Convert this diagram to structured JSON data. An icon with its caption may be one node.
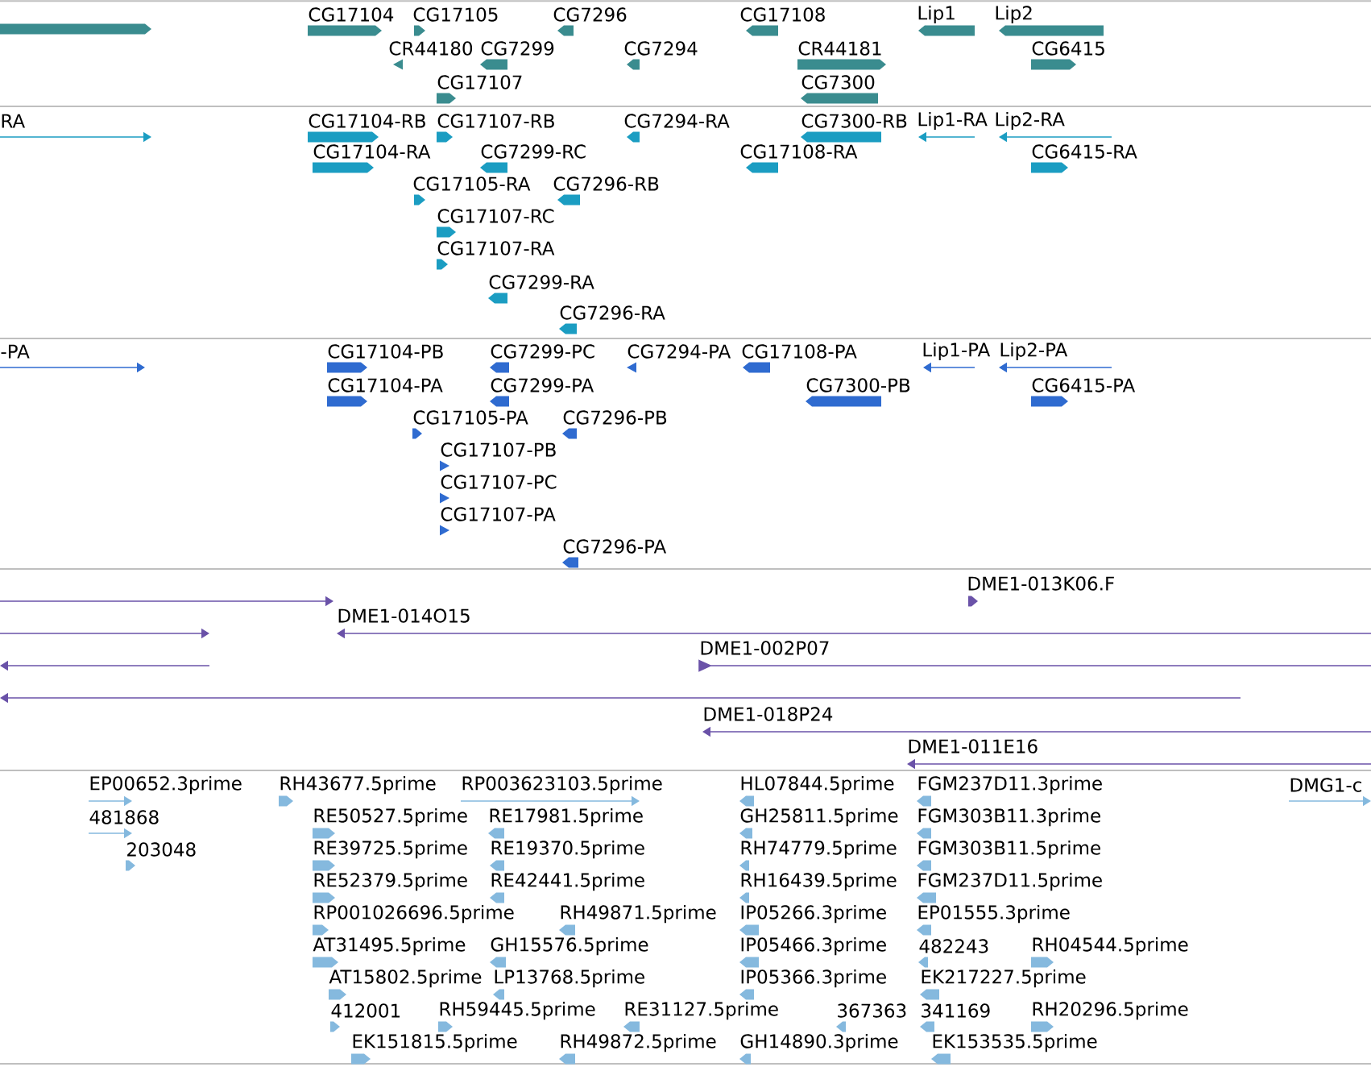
{
  "diagram": {
    "labels": [
      "CG17104",
      "CG17105",
      "CG7296",
      "CG17108",
      "Lip1",
      "Lip2",
      "CR44180",
      "CG7299",
      "CG7294",
      "CR44181",
      "CG6415",
      "CG17107",
      "CG7300",
      "RA",
      "CG17104-RB",
      "CG17107-RB",
      "CG7294-RA",
      "CG7300-RB",
      "Lip1-RA",
      "Lip2-RA",
      "CG17104-RA",
      "CG7299-RC",
      "CG17108-RA",
      "CG6415-RA",
      "CG17105-RA",
      "CG7296-RB",
      "CG17107-RC",
      "CG17107-RA",
      "CG7299-RA",
      "CG7296-RA",
      "-PA",
      "CG17104-PB",
      "CG7299-PC",
      "CG7294-PA",
      "CG17108-PA",
      "Lip1-PA",
      "Lip2-PA",
      "CG17104-PA",
      "CG7299-PA",
      "CG7300-PB",
      "CG6415-PA",
      "CG17105-PA",
      "CG7296-PB",
      "CG17107-PB",
      "CG17107-PC",
      "CG17107-PA",
      "CG7296-PA",
      "DME1-013K06.F",
      "DME1-014O15",
      "DME1-002P07",
      "DME1-018P24",
      "DME1-011E16",
      "EP00652.3prime",
      "RH43677.5prime",
      "RP003623103.5prime",
      "HL07844.5prime",
      "FGM237D11.3prime",
      "DMG1-c",
      "481868",
      "RE50527.5prime",
      "RE17981.5prime",
      "GH25811.5prime",
      "FGM303B11.3prime",
      "203048",
      "RE39725.5prime",
      "RE19370.5prime",
      "RH74779.5prime",
      "FGM303B11.5prime",
      "RE52379.5prime",
      "RE42441.5prime",
      "RH16439.5prime",
      "FGM237D11.5prime",
      "RP001026696.5prime",
      "RH49871.5prime",
      "IP05266.3prime",
      "EP01555.3prime",
      "AT31495.5prime",
      "GH15576.5prime",
      "IP05466.3prime",
      "482243",
      "RH04544.5prime",
      "AT15802.5prime",
      "LP13768.5prime",
      "IP05366.3prime",
      "EK217227.5prime",
      "412001",
      "RH59445.5prime",
      "RE31127.5prime",
      "367363",
      "341169",
      "RH20296.5prime",
      "EK151815.5prime",
      "RH49872.5prime",
      "GH14890.3prime",
      "EK153535.5prime"
    ]
  }
}
